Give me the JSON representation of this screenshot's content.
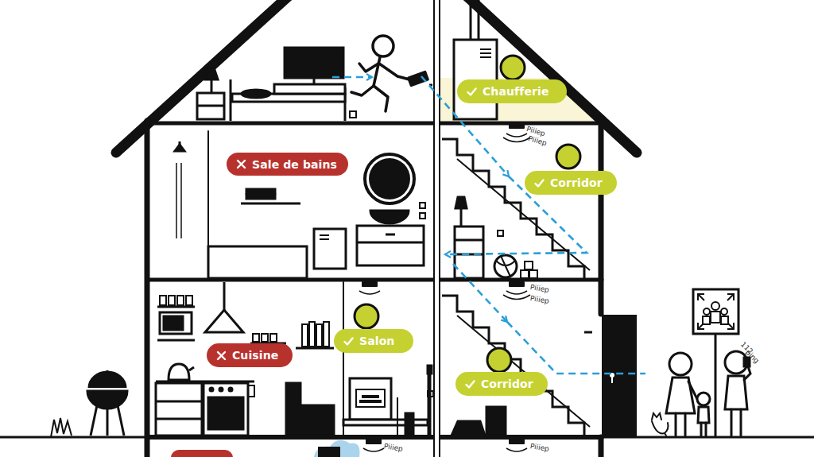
{
  "diagram": {
    "nodes": [
      {
        "text": [
          "Chaufferie"
        ]
      },
      {
        "text": [
          "Sale de bains"
        ]
      },
      {
        "text": [
          "Corridor"
        ]
      },
      {
        "text": [
          "Salon"
        ]
      },
      {
        "text": [
          "Cuisine"
        ]
      },
      {
        "text": [
          "Corridor"
        ]
      }
    ],
    "labels": [
      "Piiiep",
      "Piiiep",
      "Piiiep",
      "Piiiep",
      "Piiiep",
      "Piiiep",
      "112",
      "ping"
    ]
  }
}
